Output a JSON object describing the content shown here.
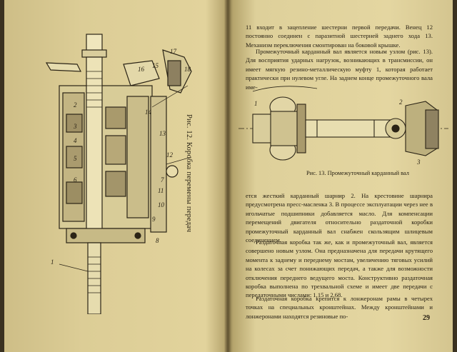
{
  "left_page": {
    "figure_caption": "Рис. 12. Коробка перемены передач",
    "labels": [
      "1",
      "2",
      "3",
      "4",
      "5",
      "6",
      "7",
      "8",
      "9",
      "10",
      "11",
      "12",
      "13",
      "14",
      "15",
      "16",
      "17",
      "18"
    ]
  },
  "right_page": {
    "paragraph_1": "11 входит в зацепление шестерни первой передачи. Венец 12 постоянно соединен с паразитной шестерней заднего хода 13. Механизм переключения смонтирован на боковой крышке.",
    "paragraph_2": "Промежуточный карданный вал является новым узлом (рис. 13). Для восприятия ударных нагрузок, возникающих в трансмиссии, он имеет мягкую резино-металлическую муфту 1, которая работает практически при нулевом угле. На заднем конце промежуточного вала име-",
    "figure_caption": "Рис. 13. Промежуточный карданный вал",
    "figure_labels": [
      "1",
      "2",
      "3"
    ],
    "paragraph_3": "ется жесткий карданный шарнир 2. На крестовине шарнира предусмотрена пресс-масленка 3. В процессе эксплуатации через нее в игольчатые подшипники добавляется масло. Для компенсации перемещений двигателя относительно раздаточной коробки промежуточный карданный вал снабжен скользящим шлицевым соединением.",
    "paragraph_4": "Раздаточная коробка так же, как и промежуточный вал, является совершено новым узлом. Она предназначена для передачи крутящего момента к заднему и переднему мостам, увеличению тяговых усилий на колесах за счет понижающих передач, а также для возможности отключения переднего ведущего моста. Конструктивно раздаточная коробка выполнена по трехвальной схеме и имеет две передачи с передаточными числами: 1,15 и 2,68.",
    "paragraph_5": "Раздаточная коробка крепится к лонжеронам рамы в четырех точках на специальных кронштейнах. Между кронштейнами и лонжеронами находятся резиновые по-",
    "page_number": "29"
  }
}
